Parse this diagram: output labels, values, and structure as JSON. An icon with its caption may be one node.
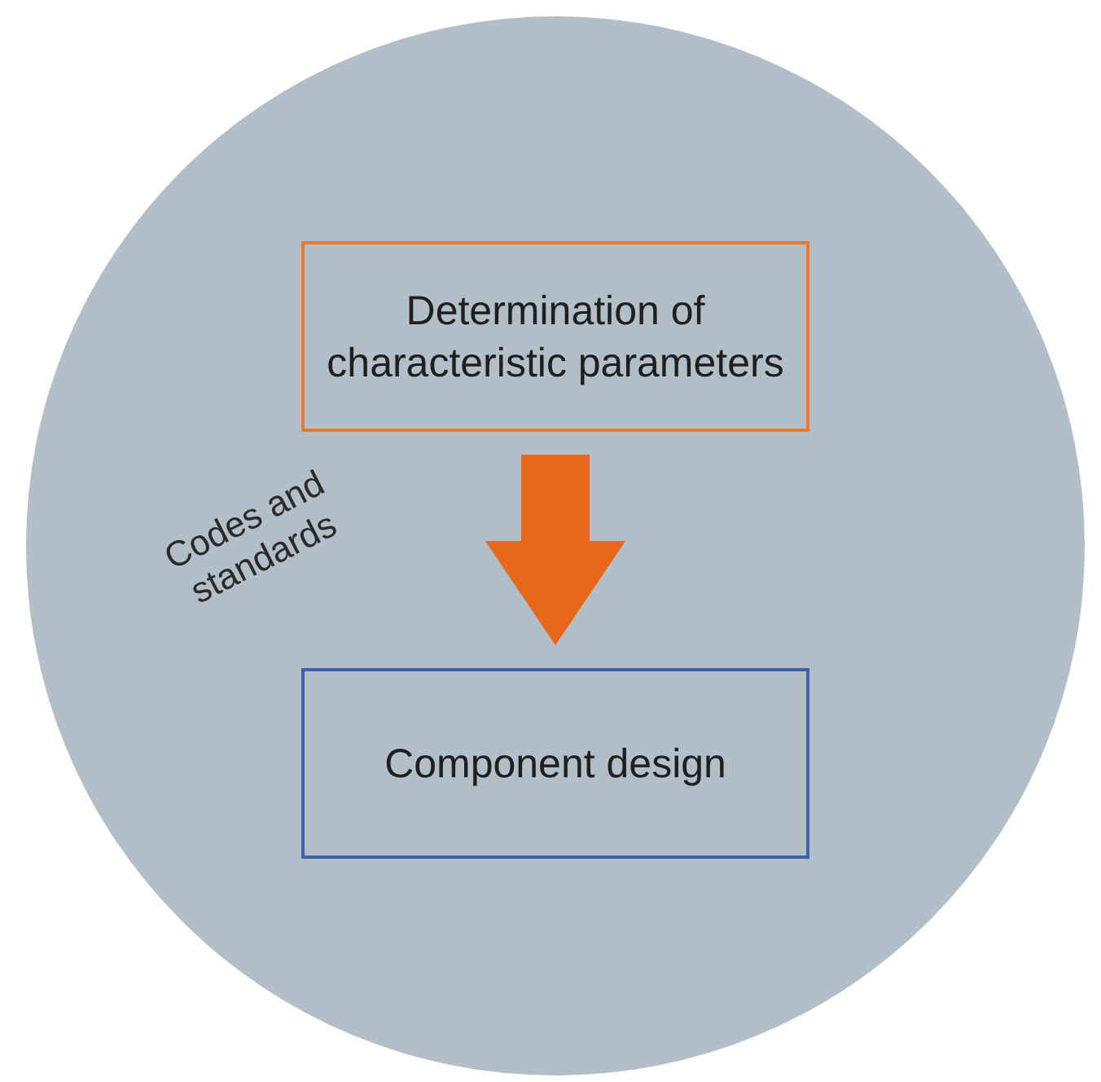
{
  "diagram": {
    "nodes": [
      {
        "text": [
          "Codes and standards"
        ]
      },
      {
        "text": [
          "Determination of characteristic parameters"
        ],
        "in": 0
      },
      {
        "text": [
          "Component design"
        ],
        "in": 0
      }
    ],
    "edges": [
      {
        "from": 1,
        "to": 2,
        "arrow": "to",
        "style": "thick",
        "color": "#e8671a"
      }
    ]
  }
}
